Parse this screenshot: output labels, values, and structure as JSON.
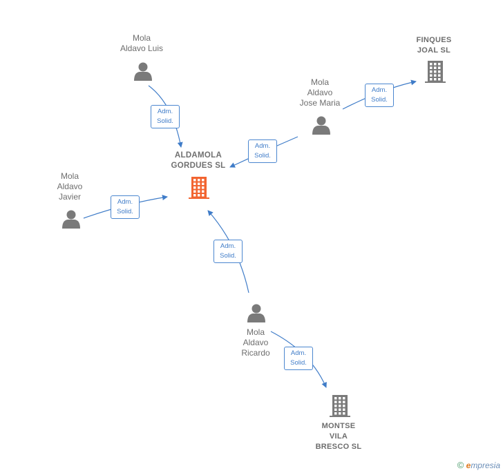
{
  "colors": {
    "edge": "#3f7cc8",
    "person": "#7a7a7a",
    "company": "#7a7a7a",
    "main_company": "#f26430"
  },
  "relation": {
    "line1": "Adm.",
    "line2": "Solid."
  },
  "nodes": {
    "luis": {
      "label": "Mola\nAldavo Luis",
      "type": "person"
    },
    "josemaria": {
      "label": "Mola\nAldavo\nJose Maria",
      "type": "person"
    },
    "javier": {
      "label": "Mola\nAldavo\nJavier",
      "type": "person"
    },
    "ricardo": {
      "label": "Mola\nAldavo\nRicardo",
      "type": "person"
    },
    "aldamola": {
      "label": "ALDAMOLA\nGORDUES  SL",
      "type": "company-main"
    },
    "finques": {
      "label": "FINQUES\nJOAL  SL",
      "type": "company"
    },
    "montse": {
      "label": "MONTSE\nVILA\nBRESCO  SL",
      "type": "company"
    }
  },
  "edges": [
    {
      "from": "luis",
      "to": "aldamola",
      "label": "Adm. Solid."
    },
    {
      "from": "josemaria",
      "to": "aldamola",
      "label": "Adm. Solid."
    },
    {
      "from": "josemaria",
      "to": "finques",
      "label": "Adm. Solid."
    },
    {
      "from": "javier",
      "to": "aldamola",
      "label": "Adm. Solid."
    },
    {
      "from": "ricardo",
      "to": "aldamola",
      "label": "Adm. Solid."
    },
    {
      "from": "ricardo",
      "to": "montse",
      "label": "Adm. Solid."
    }
  ],
  "watermark": {
    "symbol": "©",
    "brand_initial": "e",
    "brand_rest": "mpresia"
  }
}
